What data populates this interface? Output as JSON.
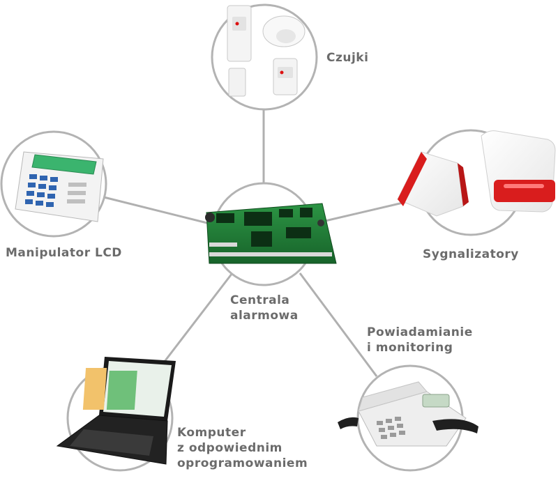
{
  "diagram": {
    "center": {
      "id": "control-panel",
      "label_lines": [
        "Centrala",
        "alarmowa"
      ],
      "icon": "alarm-control-panel-board"
    },
    "nodes": [
      {
        "id": "detectors",
        "label_lines": [
          "Czujki"
        ],
        "icon": "motion-detectors"
      },
      {
        "id": "lcd-keypad",
        "label_lines": [
          "Manipulator LCD"
        ],
        "icon": "lcd-keypad"
      },
      {
        "id": "sirens",
        "label_lines": [
          "Sygnalizatory"
        ],
        "icon": "sirens"
      },
      {
        "id": "computer",
        "label_lines": [
          "Komputer",
          "z odpowiednim",
          "oprogramowaniem"
        ],
        "icon": "laptop"
      },
      {
        "id": "notification",
        "label_lines": [
          "Powiadamianie",
          "i monitoring"
        ],
        "icon": "telephone"
      }
    ],
    "edges": [
      {
        "from": "control-panel",
        "to": "detectors"
      },
      {
        "from": "control-panel",
        "to": "lcd-keypad"
      },
      {
        "from": "control-panel",
        "to": "sirens"
      },
      {
        "from": "control-panel",
        "to": "computer"
      },
      {
        "from": "control-panel",
        "to": "notification"
      }
    ]
  },
  "colors": {
    "connector": "#b0b0b0",
    "circle_stroke": "#b3b3b3",
    "label_text": "#6b6b6b",
    "board_green": "#1f7a35",
    "siren_red": "#d91d1d"
  }
}
